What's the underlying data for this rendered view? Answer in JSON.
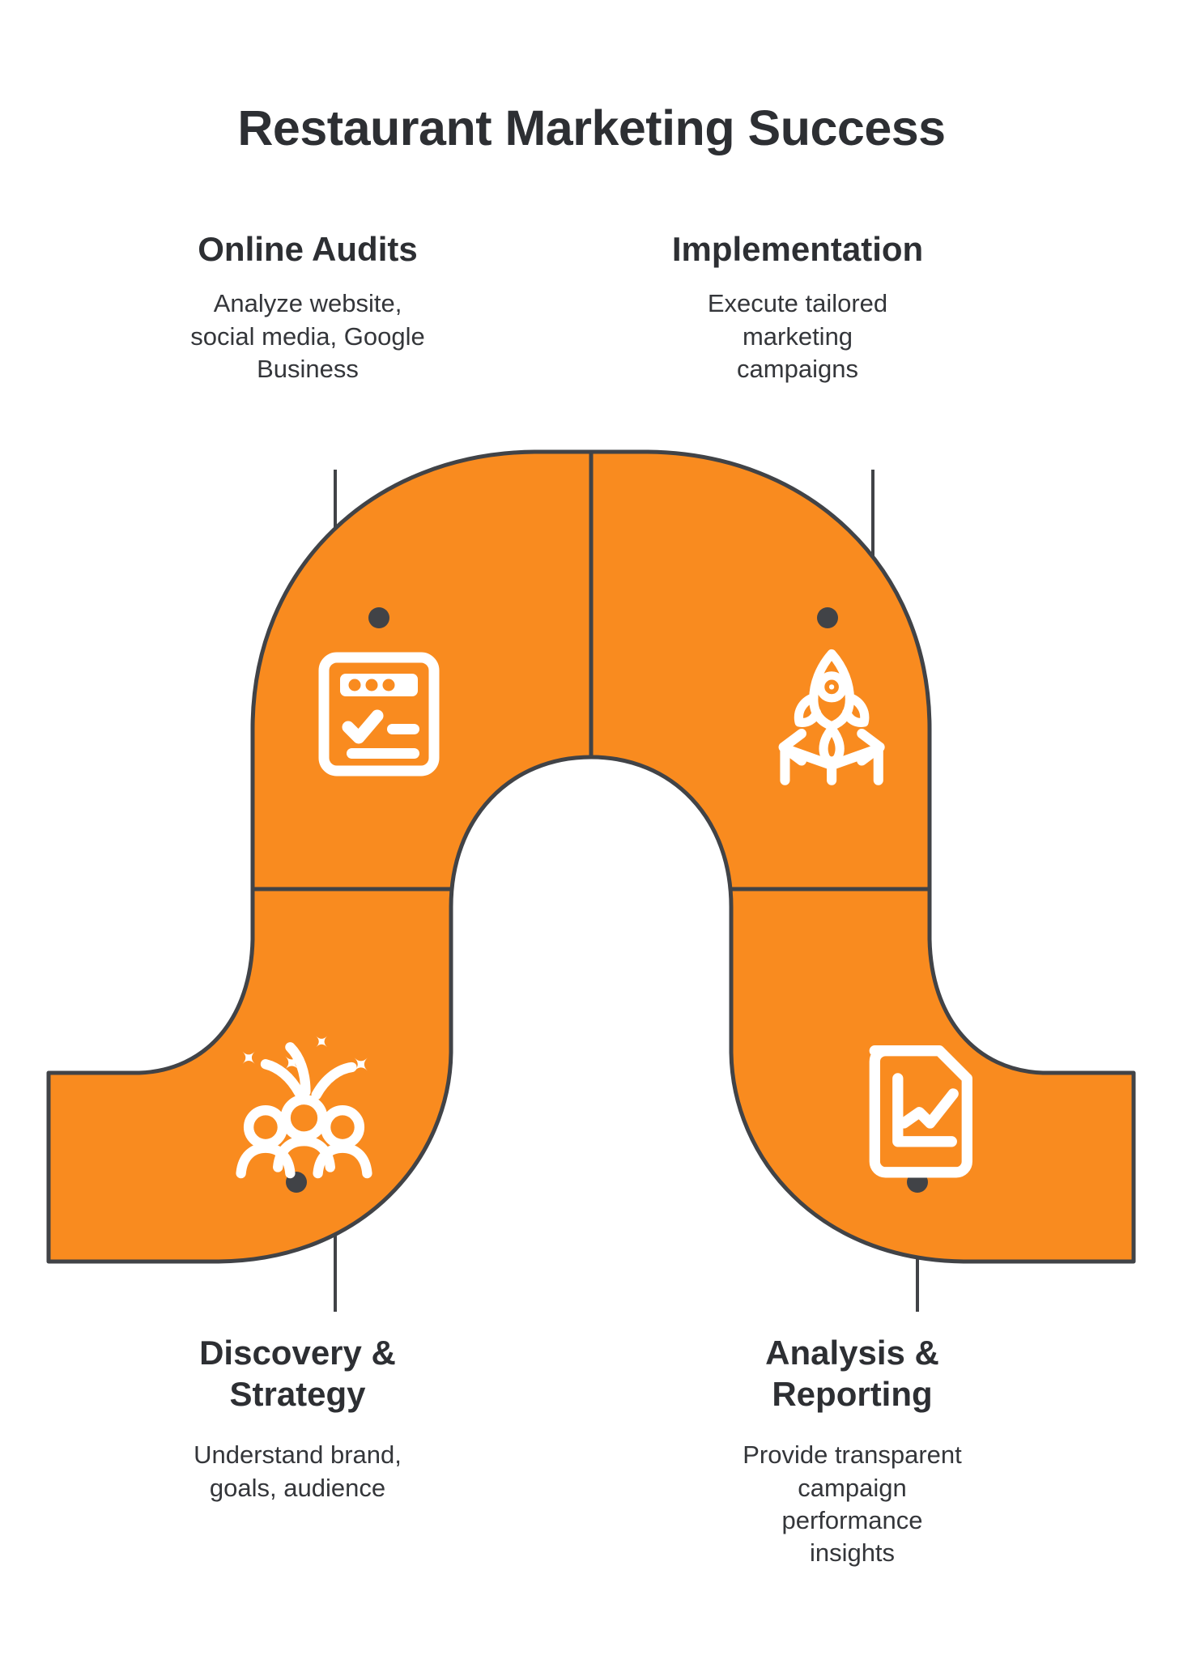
{
  "page": {
    "title": "Restaurant Marketing Success",
    "background_color": "#ffffff"
  },
  "theme": {
    "accent_color": "#F98B1F",
    "outline_color": "#414347",
    "text_color": "#2d2f33",
    "icon_color": "#ffffff"
  },
  "diagram": {
    "type": "arch-process-flow",
    "shape_name": "horseshoe-arch",
    "segment_count": 4,
    "segments": [
      {
        "id": "online-audits",
        "position": "top-left",
        "heading": "Online Audits",
        "body": "Analyze website,\nsocial media, Google\nBusiness",
        "icon": "browser-checklist-icon",
        "label_side": "above",
        "connector_dot": true
      },
      {
        "id": "implementation",
        "position": "top-right",
        "heading": "Implementation",
        "body": "Execute tailored\nmarketing\ncampaigns",
        "icon": "rocket-launch-icon",
        "label_side": "above",
        "connector_dot": true
      },
      {
        "id": "discovery-strategy",
        "position": "bottom-left",
        "heading": "Discovery &\nStrategy",
        "body": "Understand brand,\ngoals, audience",
        "icon": "people-celebration-icon",
        "label_side": "below",
        "connector_dot": true
      },
      {
        "id": "analysis-reporting",
        "position": "bottom-right",
        "heading": "Analysis &\nReporting",
        "body": "Provide transparent\ncampaign\nperformance\ninsights",
        "icon": "report-chart-icon",
        "label_side": "below",
        "connector_dot": true
      }
    ]
  }
}
